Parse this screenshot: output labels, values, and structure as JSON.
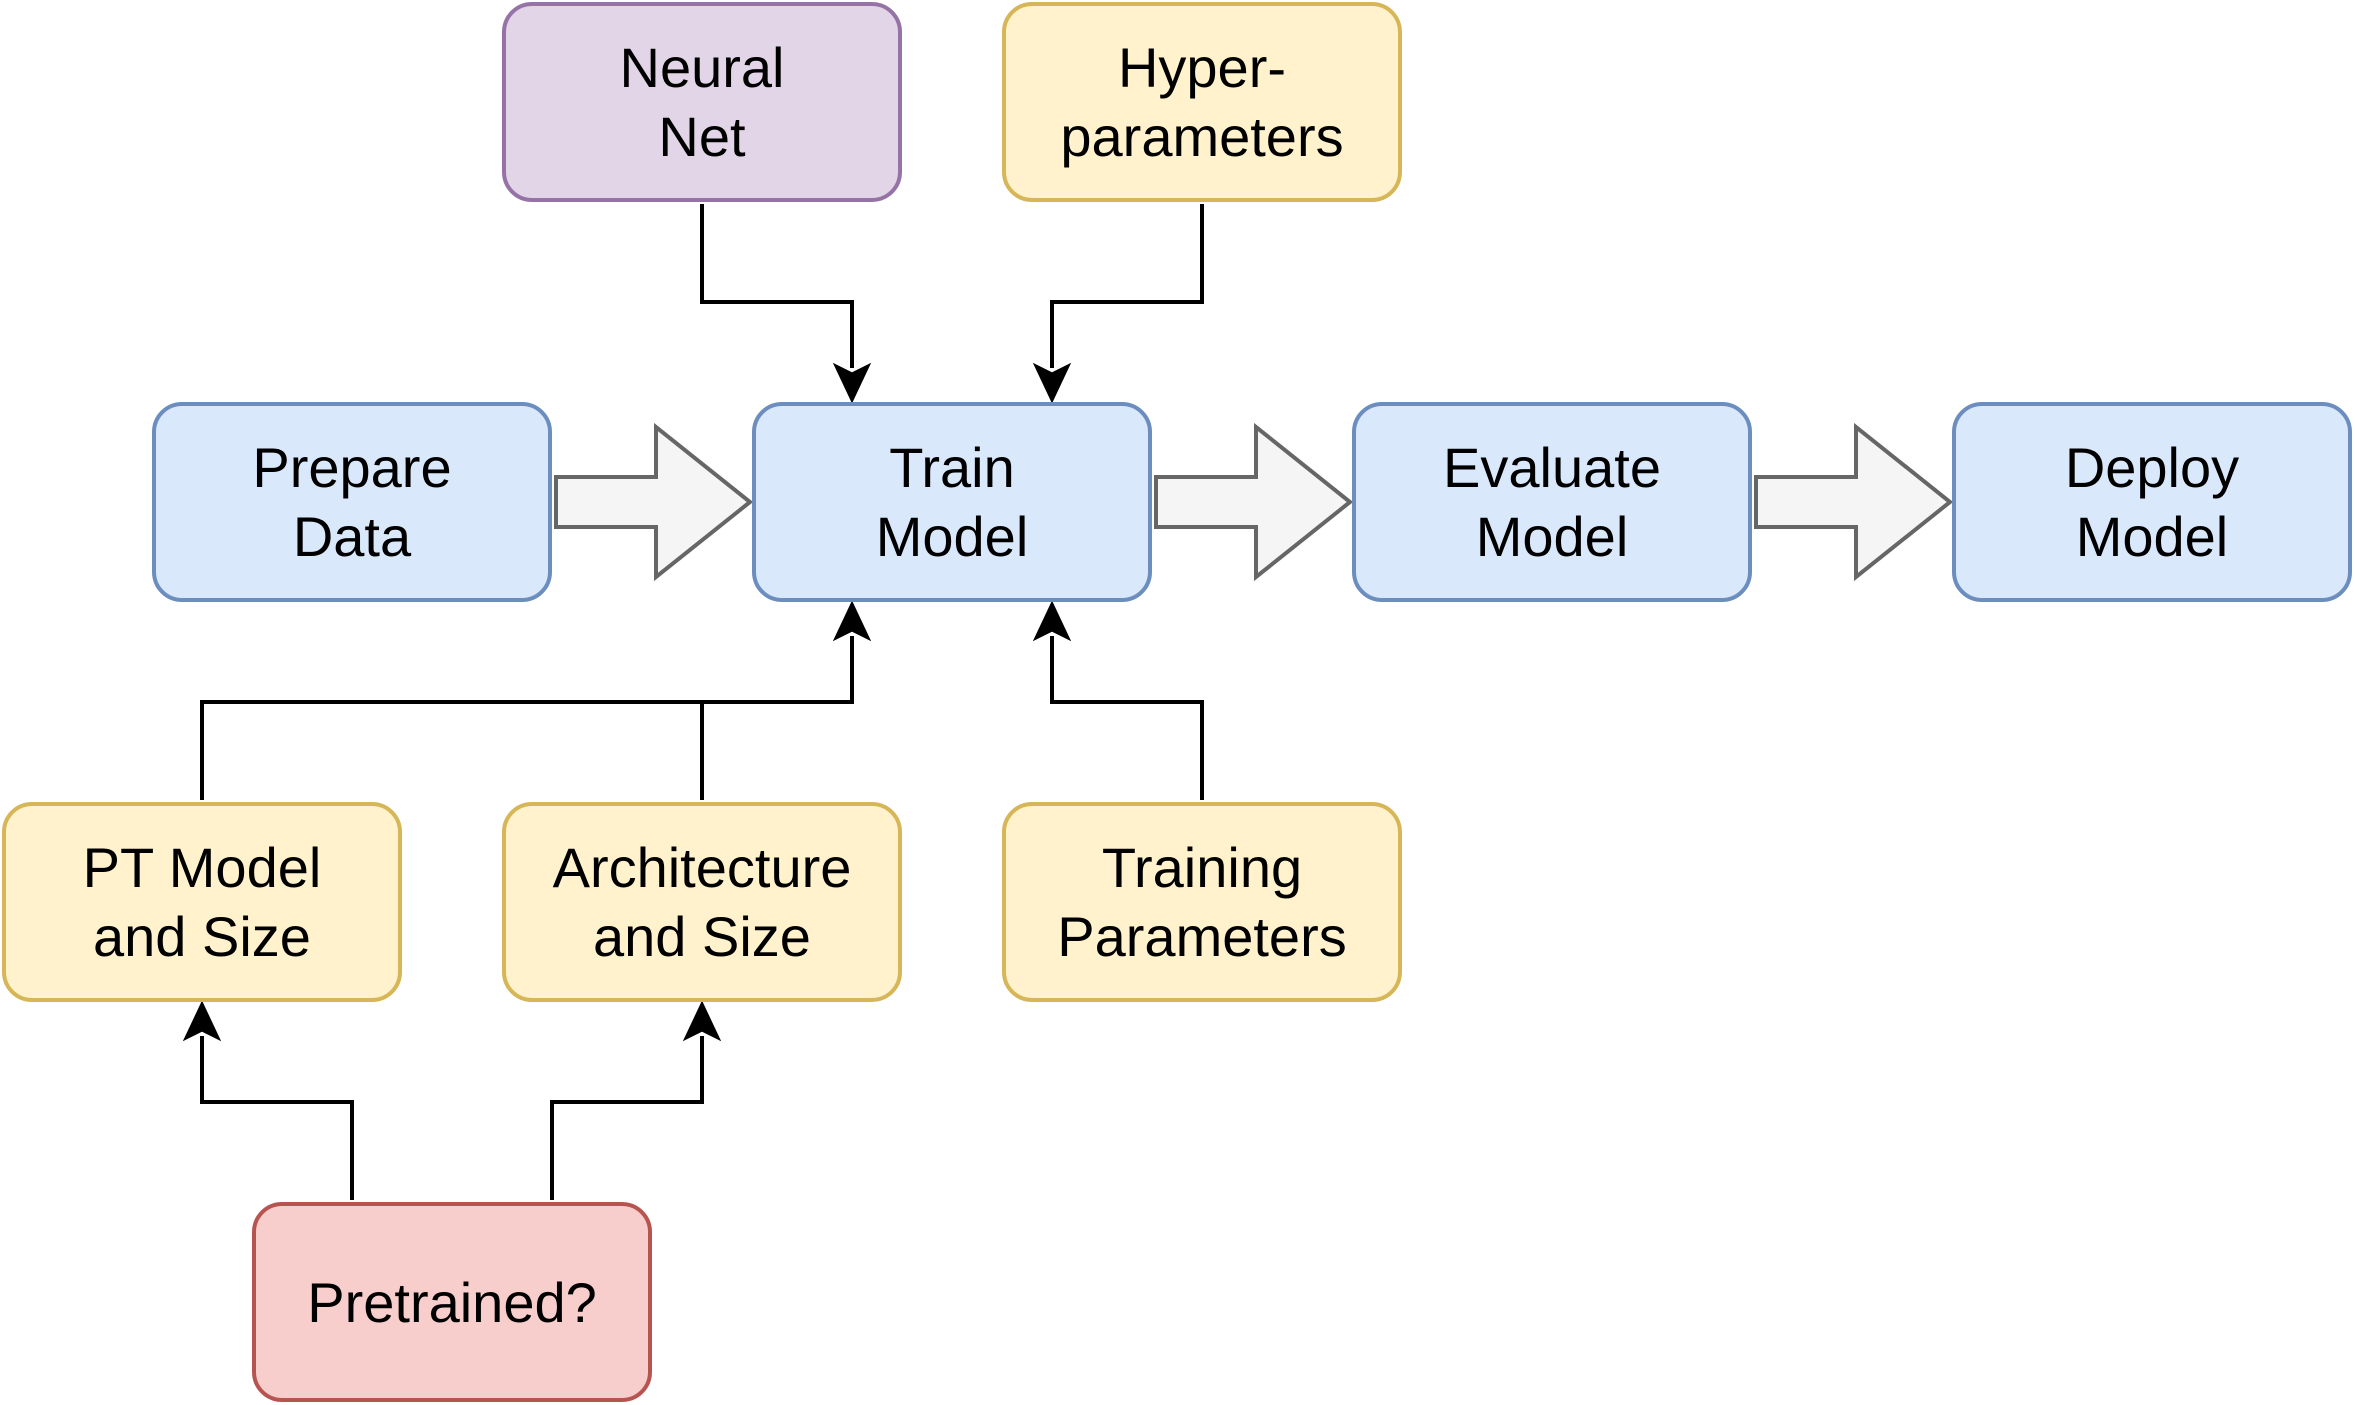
{
  "nodes": {
    "neural_net": "Neural\nNet",
    "hyperparameters": "Hyper-\nparameters",
    "prepare_data": "Prepare\nData",
    "train_model": "Train\nModel",
    "evaluate_model": "Evaluate\nModel",
    "deploy_model": "Deploy\nModel",
    "pt_model_and_size": "PT Model\nand Size",
    "architecture_and_size": "Architecture\nand Size",
    "training_parameters": "Training\nParameters",
    "pretrained": "Pretrained?"
  },
  "colors": {
    "blue_fill": "#dae8fc",
    "blue_stroke": "#6c8ebf",
    "purple_fill": "#e1d5e7",
    "purple_stroke": "#9673a6",
    "yellow_fill": "#fff2cc",
    "yellow_stroke": "#d6b656",
    "red_fill": "#f8cecc",
    "red_stroke": "#b85450",
    "block_arrow_fill": "#f5f5f5",
    "block_arrow_stroke": "#666666",
    "connector": "#000000"
  },
  "edges": [
    {
      "from": "neural_net",
      "to": "train_model",
      "style": "elbow"
    },
    {
      "from": "hyperparameters",
      "to": "train_model",
      "style": "elbow"
    },
    {
      "from": "prepare_data",
      "to": "train_model",
      "style": "block-arrow"
    },
    {
      "from": "train_model",
      "to": "evaluate_model",
      "style": "block-arrow"
    },
    {
      "from": "evaluate_model",
      "to": "deploy_model",
      "style": "block-arrow"
    },
    {
      "from": "pt_model_and_size",
      "to": "train_model",
      "style": "elbow"
    },
    {
      "from": "architecture_and_size",
      "to": "train_model",
      "style": "elbow"
    },
    {
      "from": "training_parameters",
      "to": "train_model",
      "style": "elbow"
    },
    {
      "from": "pretrained",
      "to": "pt_model_and_size",
      "style": "elbow"
    },
    {
      "from": "pretrained",
      "to": "architecture_and_size",
      "style": "elbow"
    }
  ]
}
